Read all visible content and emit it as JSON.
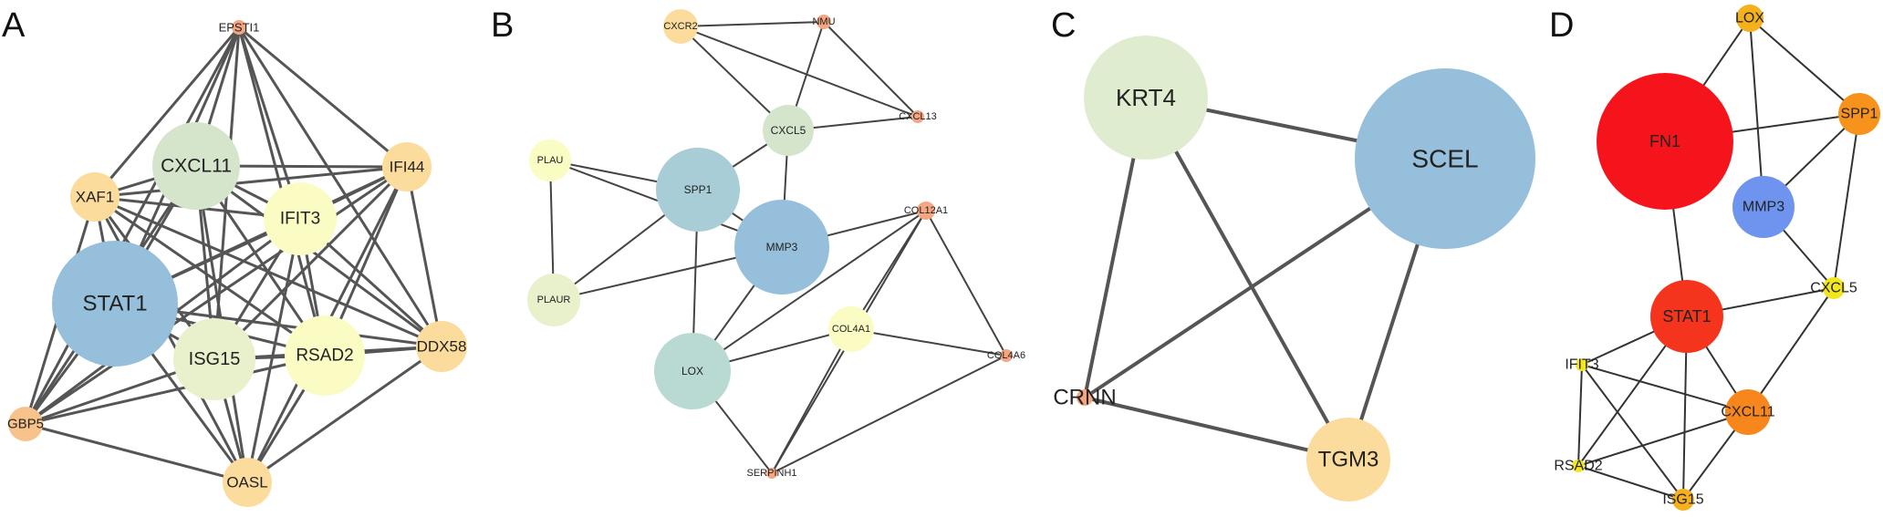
{
  "panels": [
    {
      "letter": "A",
      "nodes": [
        {
          "id": "EPSTI1",
          "label": "EPSTI1",
          "color": "#f4a582"
        },
        {
          "id": "CXCL11",
          "label": "CXCL11",
          "color": "#d5e5cc"
        },
        {
          "id": "IFI44",
          "label": "IFI44",
          "color": "#fcdc9c"
        },
        {
          "id": "XAF1",
          "label": "XAF1",
          "color": "#fcdc9c"
        },
        {
          "id": "IFIT3",
          "label": "IFIT3",
          "color": "#fbfbc4"
        },
        {
          "id": "STAT1",
          "label": "STAT1",
          "color": "#95bfdb"
        },
        {
          "id": "ISG15",
          "label": "ISG15",
          "color": "#e8f0cc"
        },
        {
          "id": "RSAD2",
          "label": "RSAD2",
          "color": "#fbfbc4"
        },
        {
          "id": "DDX58",
          "label": "DDX58",
          "color": "#fcdc9c"
        },
        {
          "id": "GBP5",
          "label": "GBP5",
          "color": "#f8c38a"
        },
        {
          "id": "OASL",
          "label": "OASL",
          "color": "#fcdc9c"
        }
      ],
      "edges": [
        [
          "EPSTI1",
          "CXCL11"
        ],
        [
          "EPSTI1",
          "IFI44"
        ],
        [
          "EPSTI1",
          "XAF1"
        ],
        [
          "EPSTI1",
          "IFIT3"
        ],
        [
          "EPSTI1",
          "STAT1"
        ],
        [
          "EPSTI1",
          "ISG15"
        ],
        [
          "EPSTI1",
          "RSAD2"
        ],
        [
          "EPSTI1",
          "DDX58"
        ],
        [
          "EPSTI1",
          "GBP5"
        ],
        [
          "CXCL11",
          "IFI44"
        ],
        [
          "CXCL11",
          "XAF1"
        ],
        [
          "CXCL11",
          "IFIT3"
        ],
        [
          "CXCL11",
          "STAT1"
        ],
        [
          "CXCL11",
          "ISG15"
        ],
        [
          "CXCL11",
          "RSAD2"
        ],
        [
          "CXCL11",
          "DDX58"
        ],
        [
          "CXCL11",
          "GBP5"
        ],
        [
          "CXCL11",
          "OASL"
        ],
        [
          "IFI44",
          "XAF1"
        ],
        [
          "IFI44",
          "IFIT3"
        ],
        [
          "IFI44",
          "STAT1"
        ],
        [
          "IFI44",
          "ISG15"
        ],
        [
          "IFI44",
          "RSAD2"
        ],
        [
          "IFI44",
          "DDX58"
        ],
        [
          "IFI44",
          "OASL"
        ],
        [
          "IFI44",
          "GBP5"
        ],
        [
          "XAF1",
          "IFIT3"
        ],
        [
          "XAF1",
          "STAT1"
        ],
        [
          "XAF1",
          "ISG15"
        ],
        [
          "XAF1",
          "RSAD2"
        ],
        [
          "XAF1",
          "DDX58"
        ],
        [
          "XAF1",
          "GBP5"
        ],
        [
          "XAF1",
          "OASL"
        ],
        [
          "IFIT3",
          "STAT1"
        ],
        [
          "IFIT3",
          "ISG15"
        ],
        [
          "IFIT3",
          "RSAD2"
        ],
        [
          "IFIT3",
          "DDX58"
        ],
        [
          "IFIT3",
          "GBP5"
        ],
        [
          "IFIT3",
          "OASL"
        ],
        [
          "STAT1",
          "ISG15"
        ],
        [
          "STAT1",
          "RSAD2"
        ],
        [
          "STAT1",
          "DDX58"
        ],
        [
          "STAT1",
          "GBP5"
        ],
        [
          "STAT1",
          "OASL"
        ],
        [
          "ISG15",
          "RSAD2"
        ],
        [
          "ISG15",
          "DDX58"
        ],
        [
          "ISG15",
          "GBP5"
        ],
        [
          "ISG15",
          "OASL"
        ],
        [
          "RSAD2",
          "DDX58"
        ],
        [
          "RSAD2",
          "GBP5"
        ],
        [
          "RSAD2",
          "OASL"
        ],
        [
          "DDX58",
          "OASL"
        ],
        [
          "GBP5",
          "OASL"
        ]
      ]
    },
    {
      "letter": "B",
      "nodes": [
        {
          "id": "CXCR2",
          "label": "CXCR2",
          "color": "#fcdc9c"
        },
        {
          "id": "NMU",
          "label": "NMU",
          "color": "#f4a582"
        },
        {
          "id": "CXCL13",
          "label": "CXCL13",
          "color": "#f4a582"
        },
        {
          "id": "CXCL5",
          "label": "CXCL5",
          "color": "#d5e5cc"
        },
        {
          "id": "PLAU",
          "label": "PLAU",
          "color": "#fbfbc4"
        },
        {
          "id": "SPP1",
          "label": "SPP1",
          "color": "#a9cdd6"
        },
        {
          "id": "MMP3",
          "label": "MMP3",
          "color": "#95bfdb"
        },
        {
          "id": "COL12A1",
          "label": "COL12A1",
          "color": "#f4a582"
        },
        {
          "id": "PLAUR",
          "label": "PLAUR",
          "color": "#e8f0cc"
        },
        {
          "id": "COL4A1",
          "label": "COL4A1",
          "color": "#fbfbc4"
        },
        {
          "id": "LOX",
          "label": "LOX",
          "color": "#b9dad3"
        },
        {
          "id": "COL4A6",
          "label": "COL4A6",
          "color": "#f4a582"
        },
        {
          "id": "SERPINH1",
          "label": "SERPINH1",
          "color": "#f4a582"
        }
      ],
      "edges": [
        [
          "CXCR2",
          "NMU"
        ],
        [
          "CXCR2",
          "CXCL13"
        ],
        [
          "CXCR2",
          "CXCL5"
        ],
        [
          "NMU",
          "CXCL5"
        ],
        [
          "NMU",
          "CXCL13"
        ],
        [
          "CXCL5",
          "CXCL13"
        ],
        [
          "CXCL5",
          "SPP1"
        ],
        [
          "CXCL5",
          "MMP3"
        ],
        [
          "PLAU",
          "SPP1"
        ],
        [
          "PLAU",
          "MMP3"
        ],
        [
          "PLAU",
          "PLAUR"
        ],
        [
          "SPP1",
          "PLAUR"
        ],
        [
          "SPP1",
          "MMP3"
        ],
        [
          "SPP1",
          "LOX"
        ],
        [
          "MMP3",
          "PLAUR"
        ],
        [
          "MMP3",
          "LOX"
        ],
        [
          "MMP3",
          "COL12A1"
        ],
        [
          "COL12A1",
          "COL4A1"
        ],
        [
          "COL12A1",
          "COL4A6"
        ],
        [
          "COL12A1",
          "SERPINH1"
        ],
        [
          "COL4A1",
          "LOX"
        ],
        [
          "COL4A1",
          "COL4A6"
        ],
        [
          "COL4A1",
          "SERPINH1"
        ],
        [
          "LOX",
          "SERPINH1"
        ],
        [
          "SERPINH1",
          "COL4A6"
        ],
        [
          "LOX",
          "COL12A1"
        ]
      ]
    },
    {
      "letter": "C",
      "nodes": [
        {
          "id": "KRT4",
          "label": "KRT4",
          "color": "#e0ecd0"
        },
        {
          "id": "SCEL",
          "label": "SCEL",
          "color": "#95bfdb"
        },
        {
          "id": "CRNN",
          "label": "CRNN",
          "color": "#f4a582"
        },
        {
          "id": "TGM3",
          "label": "TGM3",
          "color": "#fcdc9c"
        }
      ],
      "edges": [
        [
          "KRT4",
          "SCEL"
        ],
        [
          "KRT4",
          "CRNN"
        ],
        [
          "KRT4",
          "TGM3"
        ],
        [
          "SCEL",
          "CRNN"
        ],
        [
          "SCEL",
          "TGM3"
        ],
        [
          "CRNN",
          "TGM3"
        ]
      ]
    },
    {
      "letter": "D",
      "nodes": [
        {
          "id": "LOX",
          "label": "LOX",
          "color": "#f4b11d"
        },
        {
          "id": "FN1",
          "label": "FN1",
          "color": "#f5141c"
        },
        {
          "id": "SPP1",
          "label": "SPP1",
          "color": "#f7921c"
        },
        {
          "id": "MMP3",
          "label": "MMP3",
          "color": "#6f94ef"
        },
        {
          "id": "CXCL5",
          "label": "CXCL5",
          "color": "#f2e61c"
        },
        {
          "id": "STAT1",
          "label": "STAT1",
          "color": "#f4341c"
        },
        {
          "id": "IFIT3",
          "label": "IFIT3",
          "color": "#f2e61c"
        },
        {
          "id": "CXCL11",
          "label": "CXCL11",
          "color": "#f7861c"
        },
        {
          "id": "RSAD2",
          "label": "RSAD2",
          "color": "#f2e61c"
        },
        {
          "id": "ISG15",
          "label": "ISG15",
          "color": "#f4b11d"
        }
      ],
      "edges": [
        [
          "LOX",
          "FN1"
        ],
        [
          "LOX",
          "SPP1"
        ],
        [
          "LOX",
          "MMP3"
        ],
        [
          "FN1",
          "SPP1"
        ],
        [
          "FN1",
          "STAT1"
        ],
        [
          "SPP1",
          "MMP3"
        ],
        [
          "SPP1",
          "CXCL5"
        ],
        [
          "MMP3",
          "CXCL5"
        ],
        [
          "CXCL5",
          "STAT1"
        ],
        [
          "CXCL5",
          "CXCL11"
        ],
        [
          "STAT1",
          "IFIT3"
        ],
        [
          "STAT1",
          "CXCL11"
        ],
        [
          "STAT1",
          "RSAD2"
        ],
        [
          "STAT1",
          "ISG15"
        ],
        [
          "IFIT3",
          "CXCL11"
        ],
        [
          "IFIT3",
          "RSAD2"
        ],
        [
          "IFIT3",
          "ISG15"
        ],
        [
          "CXCL11",
          "RSAD2"
        ],
        [
          "CXCL11",
          "ISG15"
        ],
        [
          "RSAD2",
          "ISG15"
        ]
      ]
    }
  ]
}
